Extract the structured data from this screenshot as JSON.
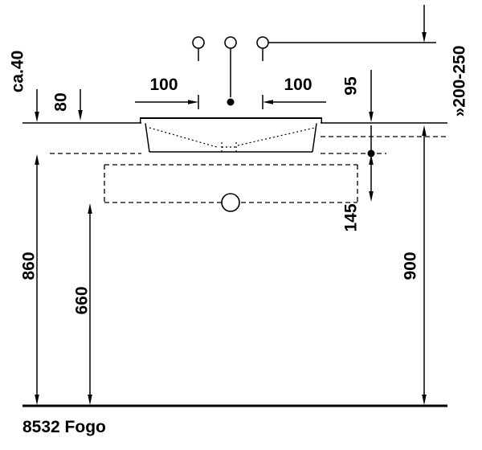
{
  "product_label": "8532 Fogo",
  "colors": {
    "line": "#000000",
    "background": "#ffffff"
  },
  "dimensions": {
    "ca40": "ca.40",
    "d80": "80",
    "d100_left": "100",
    "d100_right": "100",
    "d95": "95",
    "range_200_250": "»200-250",
    "d145": "145",
    "d860": "860",
    "d660": "660",
    "d900": "900"
  }
}
